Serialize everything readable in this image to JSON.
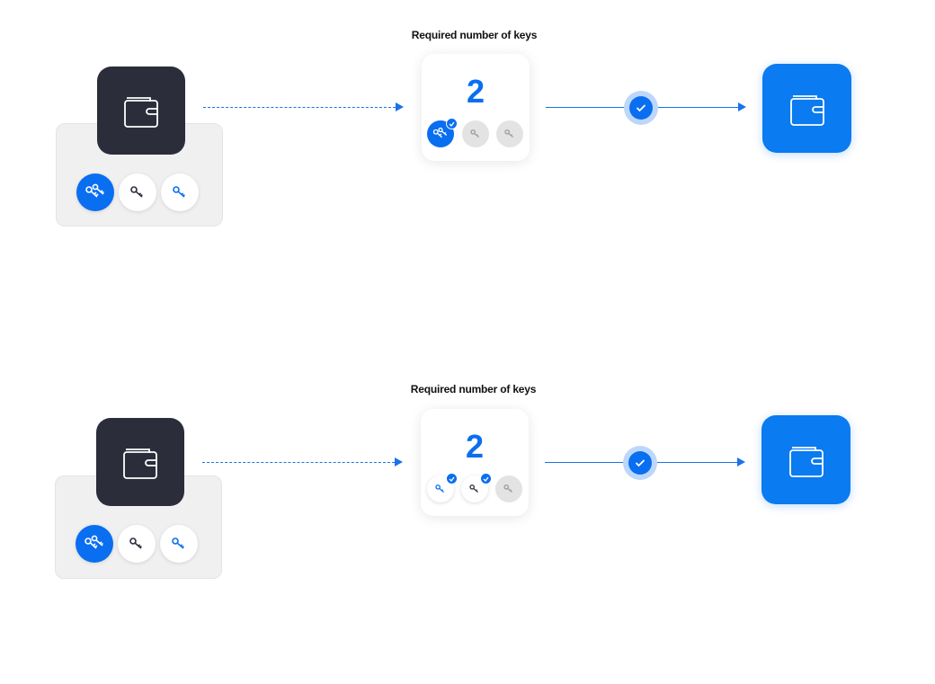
{
  "colors": {
    "accent": "#0a6ef0",
    "dark_wallet": "#2b2d3b",
    "blue_wallet": "#0a7bf0",
    "tray": "#f0f0f0",
    "inactive_key": "#e3e3e3"
  },
  "rows": [
    {
      "heading": "Required number of keys",
      "required": "2",
      "source_wallet_icon": "wallet-icon",
      "source_keys": [
        "multi-key-icon",
        "key-icon",
        "key-icon"
      ],
      "required_keys": [
        {
          "icon": "multi-key-icon",
          "state": "active-signed"
        },
        {
          "icon": "key-icon",
          "state": "inactive"
        },
        {
          "icon": "key-icon",
          "state": "inactive"
        }
      ],
      "confirm_icon": "check-icon",
      "target_wallet_icon": "wallet-icon"
    },
    {
      "heading": "Required number of keys",
      "required": "2",
      "source_wallet_icon": "wallet-icon",
      "source_keys": [
        "multi-key-icon",
        "key-icon",
        "key-icon"
      ],
      "required_keys": [
        {
          "icon": "key-icon",
          "state": "signed"
        },
        {
          "icon": "key-icon",
          "state": "signed"
        },
        {
          "icon": "key-icon",
          "state": "inactive"
        }
      ],
      "confirm_icon": "check-icon",
      "target_wallet_icon": "wallet-icon"
    }
  ]
}
